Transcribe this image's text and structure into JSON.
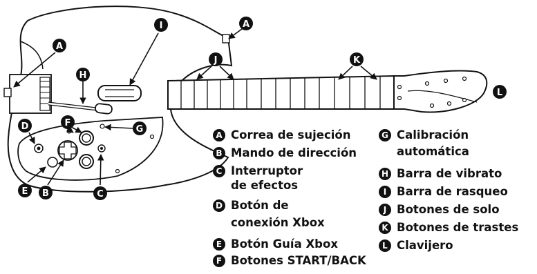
{
  "callouts": {
    "A": "A",
    "B": "B",
    "C": "C",
    "D": "D",
    "E": "E",
    "F": "F",
    "G": "G",
    "H": "H",
    "I": "I",
    "J": "J",
    "K": "K",
    "L": "L"
  },
  "legend": {
    "A": "Correa de sujeción",
    "B": "Mando de dirección",
    "C_line1": "Interruptor",
    "C_line2": "de efectos",
    "D_line1": "Botón de",
    "D_line2": "conexión Xbox",
    "E": "Botón Guía Xbox",
    "F": "Botones START/BACK",
    "G_line1": "Calibración",
    "G_line2": "automática",
    "H": "Barra de vibrato",
    "I": "Barra de rasqueo",
    "J": "Botones de solo",
    "K": "Botones de trastes",
    "L": "Clavijero"
  },
  "colors": {
    "ink": "#111111",
    "body_fill": "#ffffff",
    "fretboard_fill": "#ffffff"
  }
}
